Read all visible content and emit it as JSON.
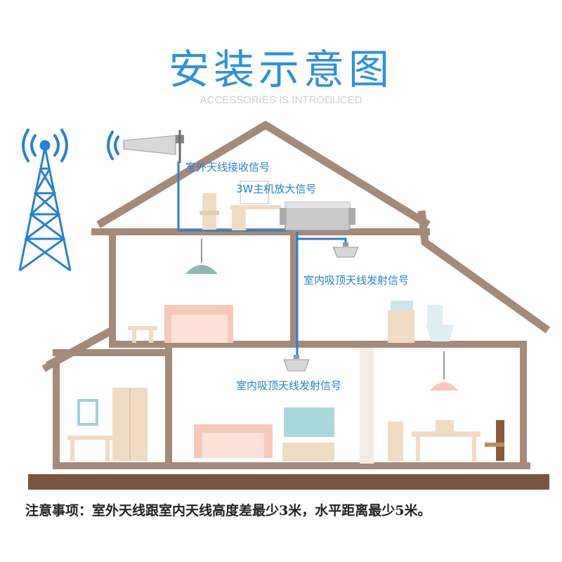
{
  "title": "安装示意图",
  "subtitle": "ACCESSORIES IS INTRODUCED",
  "labels": {
    "outdoor_antenna": "室外天线接收信号",
    "host_amplifier": "3W主机放大信号",
    "indoor_antenna_upper": "室内吸顶天线发射信号",
    "indoor_antenna_lower": "室内吸顶天线发射信号"
  },
  "note": "注意事项：室外天线跟室内天线高度差最少3米，水平距离最少5米。",
  "colors": {
    "accent_blue": "#2f8fe0",
    "cable_blue": "#2a7fd6",
    "wall_brown": "#a58a7a",
    "ground_brown": "#7a5540",
    "furniture_beige": "#f0dcc4",
    "furniture_pink": "#f6c9bb"
  },
  "icons": [
    "cell-tower-icon",
    "signal-waves-icon",
    "yagi-antenna-icon",
    "amplifier-icon",
    "ceiling-antenna-icon"
  ]
}
